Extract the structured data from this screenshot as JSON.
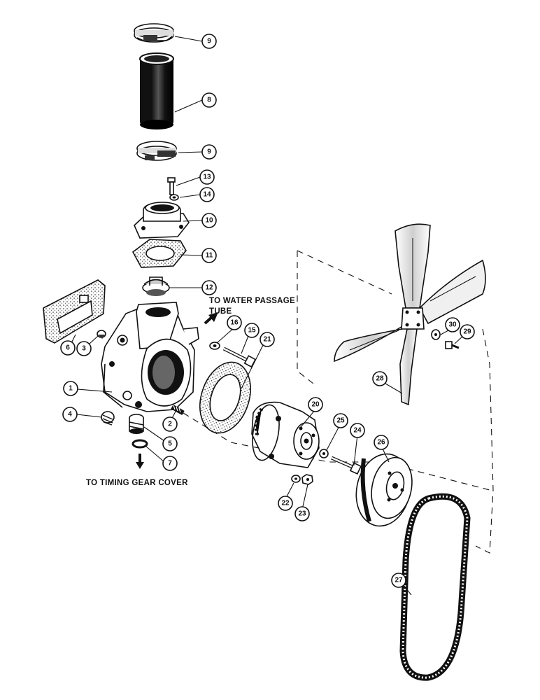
{
  "notes": {
    "water_passage_line1": "TO WATER PASSAGE",
    "water_passage_line2": "TUBE",
    "timing_gear": "TO TIMING GEAR COVER"
  },
  "callouts": [
    "1",
    "2",
    "3",
    "4",
    "5",
    "6",
    "7",
    "8",
    "9",
    "9",
    "10",
    "11",
    "12",
    "13",
    "14",
    "15",
    "16",
    "20",
    "21",
    "22",
    "23",
    "24",
    "25",
    "26",
    "27",
    "28",
    "29",
    "30"
  ]
}
